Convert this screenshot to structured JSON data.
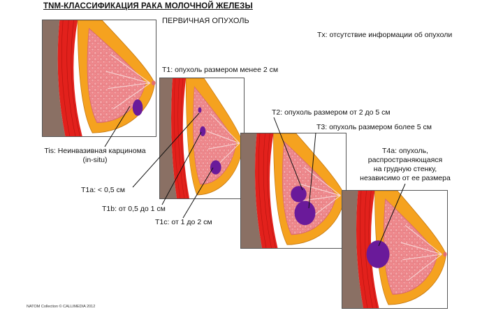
{
  "title": "TNM-КЛАССИФИКАЦИЯ РАКА МОЛОЧНОЙ ЖЕЛЕЗЫ",
  "subtitle": "ПЕРВИЧНАЯ ОПУХОЛЬ",
  "tx": "Tx: отсутствие информации об опухоли",
  "t1": "T1: опухоль размером менее 2 см",
  "tis_line1": "Tis: Неинвазивная карцинома",
  "tis_line2": "(in-situ)",
  "t1a": "T1a: < 0,5 см",
  "t1b": "T1b: от 0,5 до 1 см",
  "t1c": "T1c: от 1 до 2 см",
  "t2": "T2: опухоль размером от 2 до 5 см",
  "t3": "T3: опухоль размером более 5 см",
  "t4a_line1": "T4a: опухоль,",
  "t4a_line2": "распространяющаяся",
  "t4a_line3": "на грудную стенку,",
  "t4a_line4": "независимо от ее размера",
  "copyright": "NATOM Collection © CALLIMEDIA 2012",
  "colors": {
    "chest_wall": "#8a7064",
    "muscle": "#e2211c",
    "fat": "#f5a21f",
    "gland": "#f08a8e",
    "tumor": "#6a1a9a",
    "panel_border": "#555555"
  }
}
